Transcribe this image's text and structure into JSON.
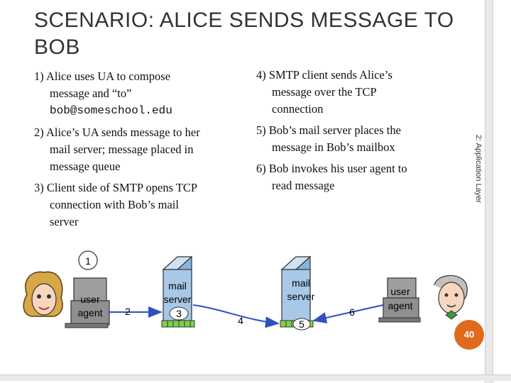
{
  "title": "SCENARIO: ALICE SENDS MESSAGE TO BOB",
  "side_label": "2: Application Layer",
  "left_steps": [
    {
      "lines": [
        "1) Alice uses UA to compose",
        "message and “to”"
      ],
      "mono": "bob@someschool.edu"
    },
    {
      "lines": [
        "2) Alice’s UA sends message to her",
        "mail server; message placed in",
        "message queue"
      ]
    },
    {
      "lines": [
        "3) Client side of SMTP opens TCP",
        "connection with Bob’s mail",
        "server"
      ]
    }
  ],
  "right_steps": [
    {
      "lines": [
        "4) SMTP client sends Alice’s",
        "message over the TCP",
        "connection"
      ]
    },
    {
      "lines": [
        "5) Bob’s mail server places the",
        "message in Bob’s mailbox"
      ]
    },
    {
      "lines": [
        "6) Bob invokes his user agent to",
        "read message"
      ]
    }
  ],
  "diagram": {
    "alice_ua": {
      "label_1": "user",
      "label_2": "agent",
      "step": "1"
    },
    "alice_server": {
      "label_1": "mail",
      "label_2": "server",
      "step": "3"
    },
    "bob_server": {
      "label_1": "mail",
      "label_2": "server",
      "step": "5"
    },
    "bob_ua": {
      "label_1": "user",
      "label_2": "agent"
    },
    "step_2": "2",
    "step_4": "4",
    "step_6": "6"
  },
  "page_number": "40",
  "colors": {
    "accent": "#e06a1b",
    "arrow": "#3050c0",
    "server": "#a8c8e8",
    "queue": "#7fd34a",
    "title": "#333333"
  }
}
